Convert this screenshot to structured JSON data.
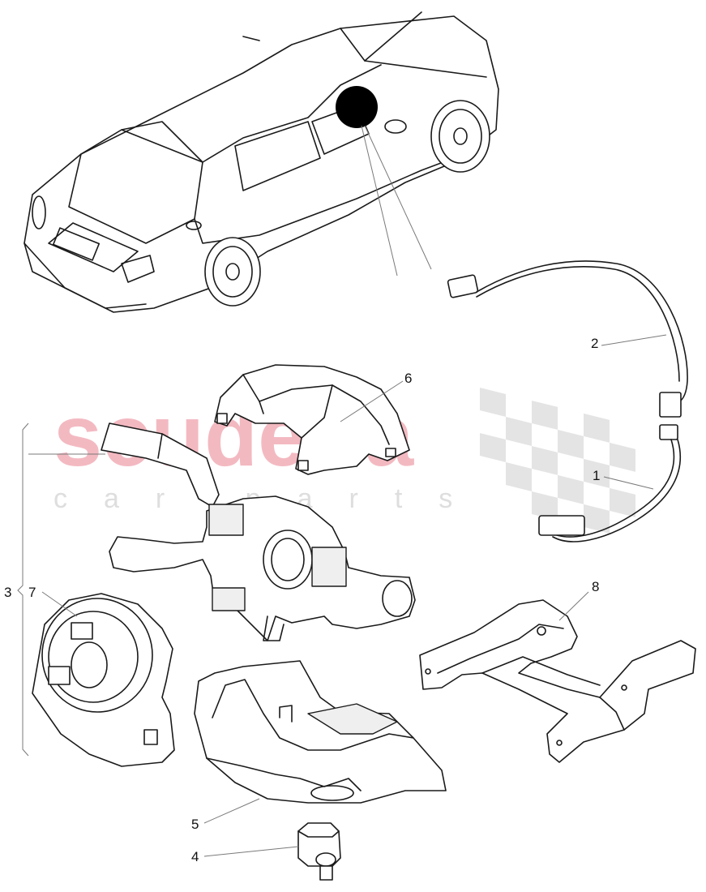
{
  "watermark": {
    "brand": "scuderia",
    "tagline": "car parts"
  },
  "callouts": {
    "c1": "1",
    "c2": "2",
    "c3": "3",
    "c4": "4",
    "c5": "5",
    "c6": "6",
    "c7": "7",
    "c8": "8"
  },
  "colors": {
    "line": "#1a1a1a",
    "watermark_brand": "#f3b9c1",
    "watermark_grey": "#dedede"
  }
}
